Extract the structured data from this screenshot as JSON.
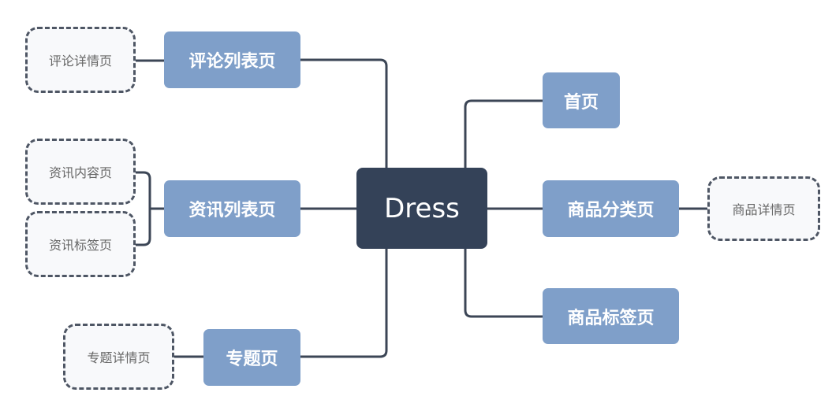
{
  "root": {
    "label": "Dress"
  },
  "left": [
    {
      "label": "评论列表页",
      "children": [
        "评论详情页"
      ]
    },
    {
      "label": "资讯列表页",
      "children": [
        "资讯内容页",
        "资讯标签页"
      ]
    },
    {
      "label": "专题页",
      "children": [
        "专题详情页"
      ]
    }
  ],
  "right": [
    {
      "label": "首页",
      "children": []
    },
    {
      "label": "商品分类页",
      "children": [
        "商品详情页"
      ]
    },
    {
      "label": "商品标签页",
      "children": []
    }
  ],
  "colors": {
    "root": "#344258",
    "node": "#7f9fc9",
    "line": "#3c4656",
    "dashed": "#4e5664"
  }
}
